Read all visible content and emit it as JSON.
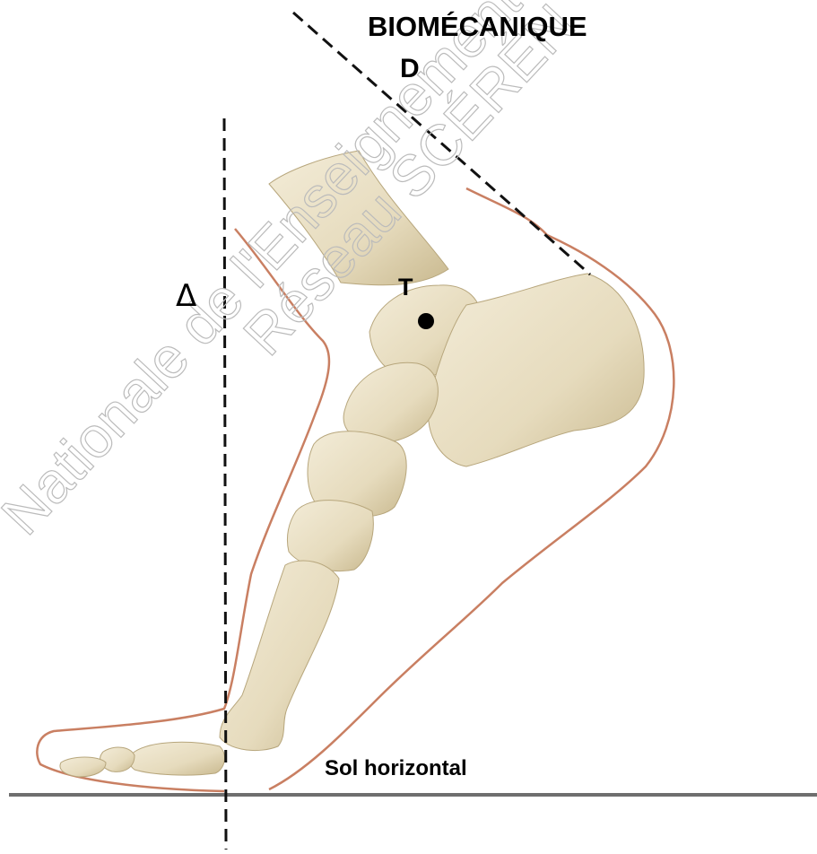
{
  "title": "BIOMÉCANIQUE",
  "labels": {
    "axis_d": "D",
    "axis_delta": "Δ",
    "point_t": "T",
    "ground": "Sol horizontal"
  },
  "watermark": {
    "line1": "Nationale de l'Enseignement",
    "line2": "Réseau SCÉRÉN"
  },
  "colors": {
    "bone_fill": "#e9dfc3",
    "bone_shade": "#cdbf99",
    "skin_outline": "#c97f62",
    "ground_line": "#6e6e6e",
    "dashed_lines": "#111111"
  }
}
